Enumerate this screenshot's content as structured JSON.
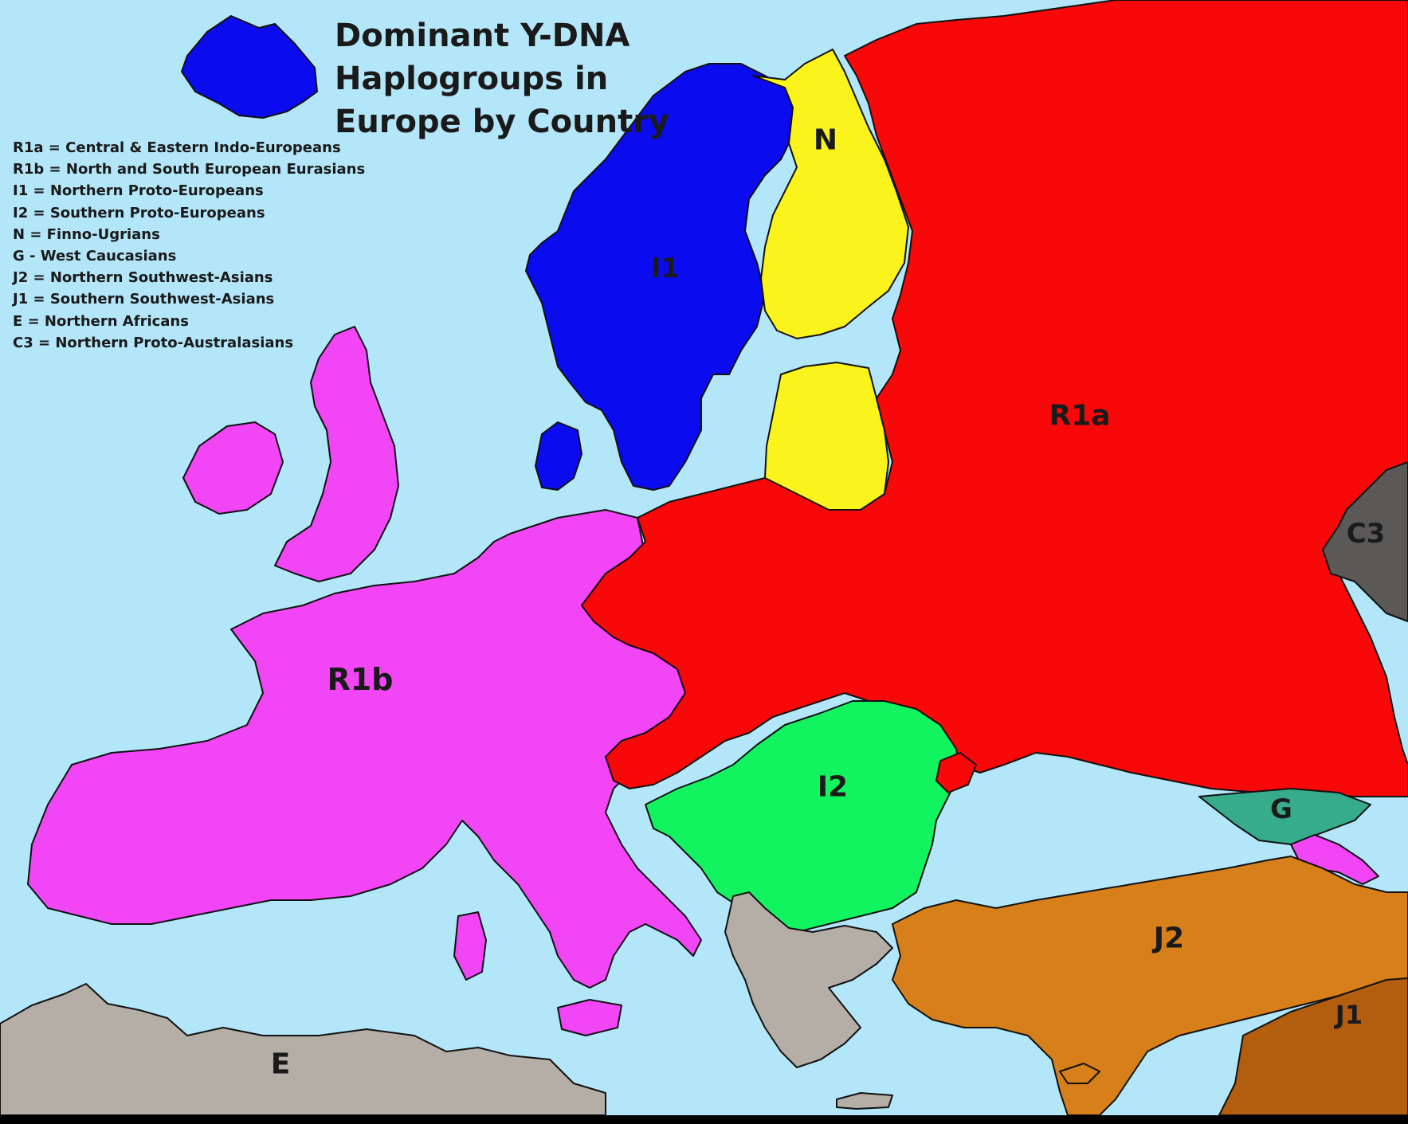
{
  "map": {
    "title_lines": [
      "Dominant Y-DNA",
      "Haplogroups in",
      "Europe by Country"
    ],
    "legend": [
      "R1a = Central & Eastern Indo-Europeans",
      "R1b = North and South European Eurasians",
      "I1 = Northern Proto-Europeans",
      "I2 = Southern Proto-Europeans",
      "N = Finno-Ugrians",
      "G - West Caucasians",
      "J2 = Northern Southwest-Asians",
      "J1 = Southern Southwest-Asians",
      "E = Northern Africans",
      "C3 = Northern Proto-Australasians"
    ],
    "region_labels": {
      "r1a": "R1a",
      "r1b": "R1b",
      "i1": "I1",
      "n": "N",
      "i2": "I2",
      "g": "G",
      "c3": "C3",
      "j2": "J2",
      "j1": "J1",
      "e": "E"
    },
    "colors": {
      "sea": "#b3e6f9",
      "frame": "#000000",
      "r1a": "#f80808",
      "r1b": "#f245f5",
      "i1": "#0b0bf0",
      "n": "#fbf31c",
      "i2": "#12f45f",
      "g": "#37ac8c",
      "c3": "#5b5858",
      "j2": "#d77f1a",
      "j1": "#b35d0e",
      "e": "#b4aea6",
      "greece_albania": "#b4aea6"
    }
  }
}
